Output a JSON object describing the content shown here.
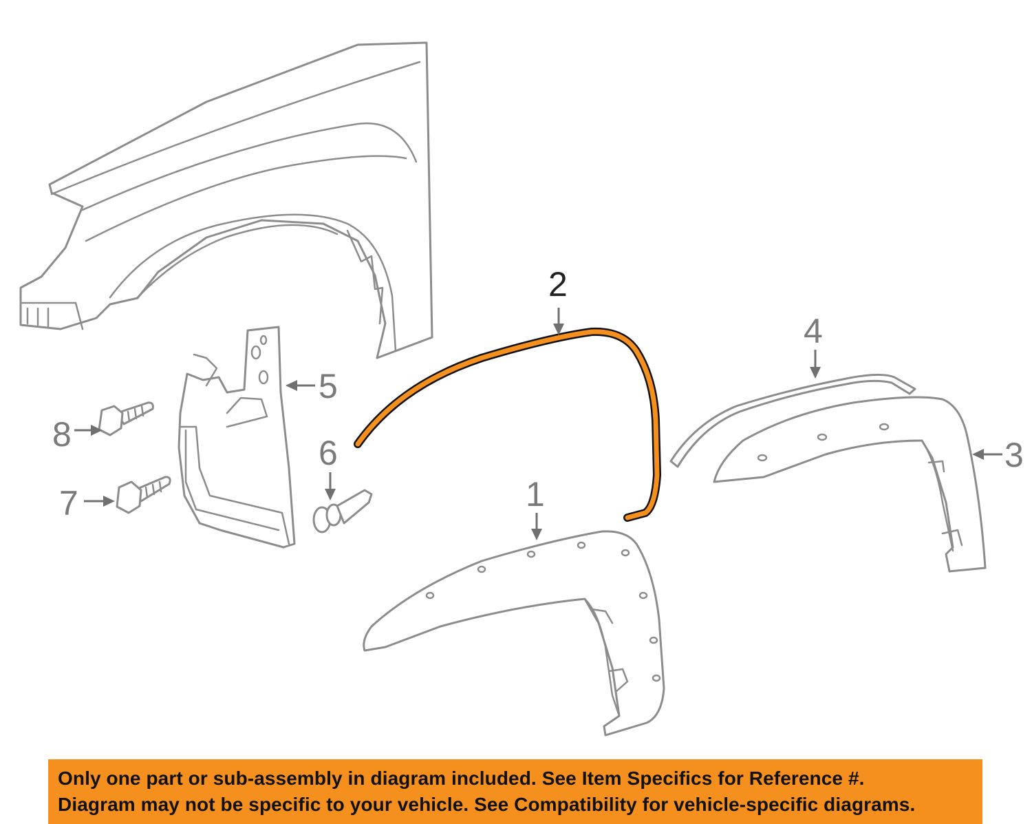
{
  "callouts": [
    {
      "id": "1",
      "label": "1"
    },
    {
      "id": "2",
      "label": "2"
    },
    {
      "id": "3",
      "label": "3"
    },
    {
      "id": "4",
      "label": "4"
    },
    {
      "id": "5",
      "label": "5"
    },
    {
      "id": "6",
      "label": "6"
    },
    {
      "id": "7",
      "label": "7"
    },
    {
      "id": "8",
      "label": "8"
    }
  ],
  "highlight_color": "#f5901e",
  "part_line_color": "#8c8c8c",
  "notice": {
    "line1": "Only one part or sub-assembly in diagram included. See Item Specifics for Reference #.",
    "line2": "Diagram may not be specific to your vehicle. See Compatibility for vehicle-specific diagrams.",
    "background": "#f5901e"
  }
}
